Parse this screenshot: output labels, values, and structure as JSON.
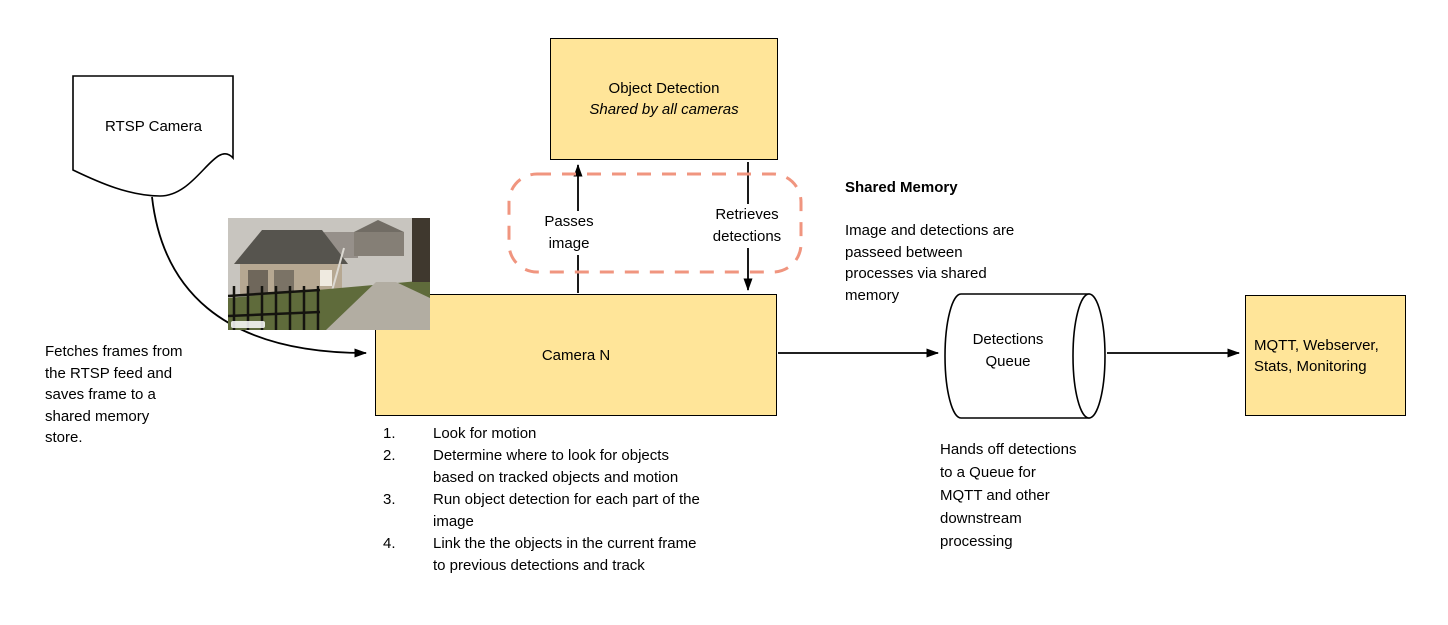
{
  "colors": {
    "box_fill": "#FFE599",
    "box_border": "#000000",
    "dashed_outline": "#F0957F",
    "arrow": "#000000"
  },
  "nodes": {
    "rtsp_camera": {
      "label": "RTSP Camera"
    },
    "object_detection": {
      "title": "Object Detection",
      "subtitle": "Shared by all cameras"
    },
    "camera_n": {
      "label": "Camera N"
    },
    "detections_queue": {
      "label": "Detections Queue"
    },
    "outputs": {
      "label": "MQTT, Webserver, Stats, Monitoring"
    }
  },
  "edge_labels": {
    "passes_image": "Passes image",
    "retrieves_detections": "Retrieves detections"
  },
  "annotations": {
    "shared_memory": {
      "title": "Shared Memory",
      "body": [
        "Image and detections are",
        "passeed between",
        "processes via shared",
        "memory"
      ]
    },
    "fetch_note": [
      "Fetches frames from",
      "the RTSP feed and",
      "saves frame to a",
      "shared memory",
      "store."
    ],
    "queue_note": [
      "Hands off detections",
      "to a Queue for",
      "MQTT and other",
      "downstream",
      "processing"
    ],
    "camera_steps": [
      {
        "num": "1.",
        "lines": [
          "Look for motion"
        ]
      },
      {
        "num": "2.",
        "lines": [
          "Determine where to look for objects",
          "based on tracked objects and motion"
        ]
      },
      {
        "num": "3.",
        "lines": [
          "Run object detection for each part of the",
          "image"
        ]
      },
      {
        "num": "4.",
        "lines": [
          "Link the the objects in the current frame",
          "to previous detections and track"
        ]
      }
    ]
  }
}
